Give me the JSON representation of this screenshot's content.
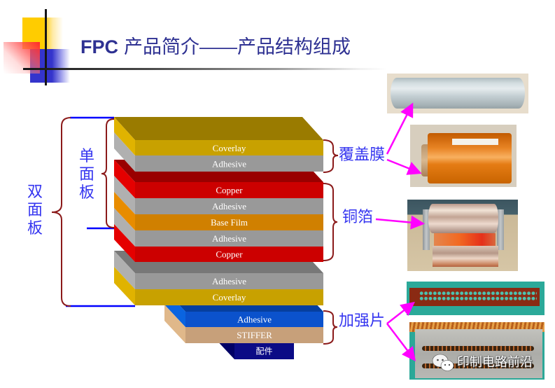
{
  "title": {
    "prefix": "FPC",
    "main": "产品简介——产品结构组成"
  },
  "left_labels": {
    "double_sided": "双面板",
    "single_sided": "单面板"
  },
  "stack": {
    "coverlay_group_top": [
      "Coverlay",
      "Adhesive"
    ],
    "copper_group": [
      "Copper",
      "Adhesive",
      "Base Film",
      "Adhesive",
      "Copper"
    ],
    "coverlay_group_bottom": [
      "Adhesive",
      "Coverlay"
    ],
    "stiffener_group": [
      "Adhesive",
      "STIFFER"
    ],
    "accessory": "配件"
  },
  "right_labels": {
    "coverlay": "覆盖膜",
    "copper_foil": "铜箔",
    "stiffener": "加强片"
  },
  "watermark": {
    "icon": "wechat-icon",
    "text": "印制电路前沿"
  },
  "colors": {
    "title": "#2e3192",
    "label_blue": "#3535f0",
    "brace": "#8b1a1a",
    "bracket_line": "#0000ff",
    "arrow": "#ff00ff",
    "coverlay": {
      "top": "#9a7b00",
      "side": "#e0b300",
      "front": "#c8a100"
    },
    "adhesive": {
      "top": "#787878",
      "side": "#b0b0b0",
      "front": "#999999"
    },
    "copper": {
      "top": "#990000",
      "side": "#e50000",
      "front": "#cc0000"
    },
    "base_film": {
      "side": "#e88c00",
      "front": "#d08000"
    },
    "stiffener_adhesive": {
      "top": "#063f9e",
      "side": "#0a64e0",
      "front": "#0b52cc"
    },
    "stiffer": {
      "side": "#e0b88a",
      "front": "#c7a07a"
    },
    "accessory": {
      "side": "#000066",
      "front": "#0b0b86"
    }
  }
}
